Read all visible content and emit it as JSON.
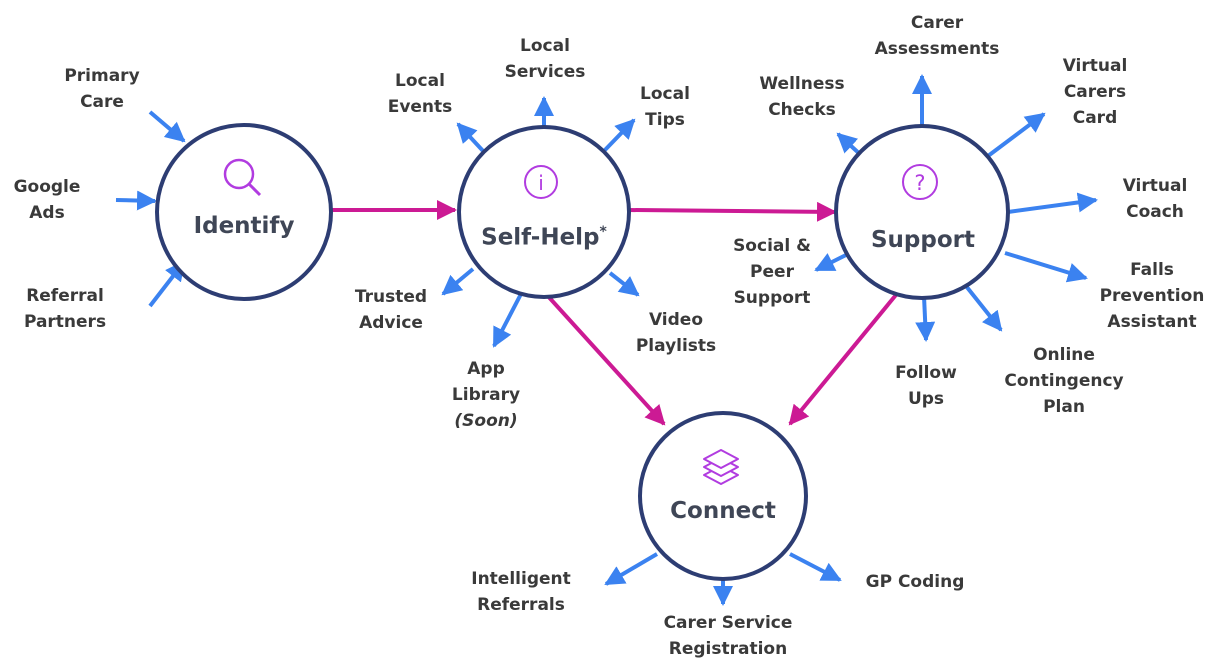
{
  "colors": {
    "node_border": "#2d3d73",
    "icon": "#b13ce0",
    "blue_arrow": "#3b82f0",
    "magenta_arrow": "#cc1a94",
    "text": "#3a3a3a",
    "node_text": "#3f4656"
  },
  "nodes": [
    {
      "key": "identify",
      "title": "Identify",
      "icon": "magnifier-icon"
    },
    {
      "key": "selfhelp",
      "title": "Self-Help",
      "sup": "*",
      "icon": "info-icon",
      "icon_text": "i"
    },
    {
      "key": "support",
      "title": "Support",
      "icon": "question-icon",
      "icon_text": "?"
    },
    {
      "key": "connect",
      "title": "Connect",
      "icon": "layers-icon"
    }
  ],
  "labels": [
    {
      "lines": [
        "Primary",
        "Care"
      ]
    },
    {
      "lines": [
        "Google",
        "Ads"
      ]
    },
    {
      "lines": [
        "Referral",
        "Partners"
      ]
    },
    {
      "lines": [
        "Local",
        "Events"
      ]
    },
    {
      "lines": [
        "Local",
        "Services"
      ]
    },
    {
      "lines": [
        "Local",
        "Tips"
      ]
    },
    {
      "lines": [
        "Trusted",
        "Advice"
      ]
    },
    {
      "lines": [
        "App",
        "Library"
      ],
      "italic": "(Soon)"
    },
    {
      "lines": [
        "Video",
        "Playlists"
      ]
    },
    {
      "lines": [
        "Carer",
        "Assessments"
      ]
    },
    {
      "lines": [
        "Wellness",
        "Checks"
      ]
    },
    {
      "lines": [
        "Virtual",
        "Carers",
        "Card"
      ]
    },
    {
      "lines": [
        "Virtual",
        "Coach"
      ]
    },
    {
      "lines": [
        "Social &",
        "Peer",
        "Support"
      ]
    },
    {
      "lines": [
        "Falls",
        "Prevention",
        "Assistant"
      ]
    },
    {
      "lines": [
        "Follow",
        "Ups"
      ]
    },
    {
      "lines": [
        "Online",
        "Contingency",
        "Plan"
      ]
    },
    {
      "lines": [
        "Intelligent",
        "Referrals"
      ]
    },
    {
      "lines": [
        "Carer Service",
        "Registration"
      ]
    },
    {
      "lines": [
        "GP Coding"
      ]
    }
  ]
}
